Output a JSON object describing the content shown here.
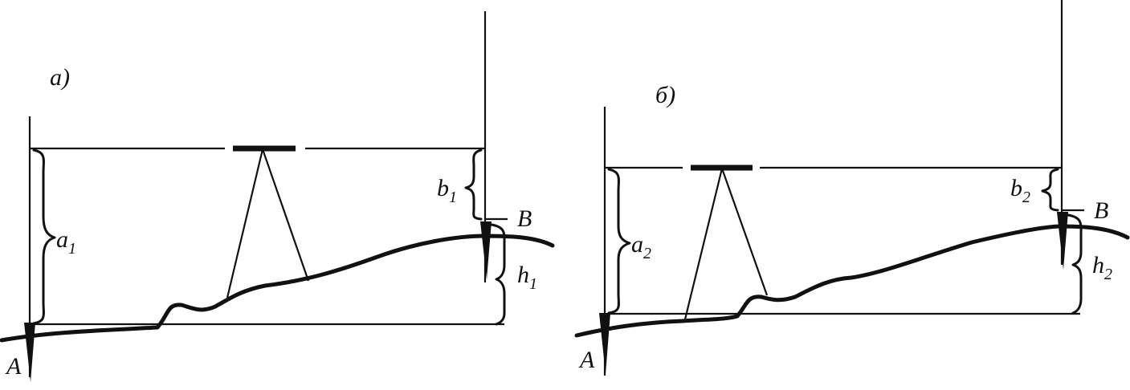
{
  "panels": [
    {
      "label": "а)",
      "rod_a": {
        "letter": "a",
        "index": "1"
      },
      "rod_b": {
        "letter": "b",
        "index": "1"
      },
      "height": {
        "letter": "h",
        "index": "1"
      },
      "point_a": "A",
      "point_b": "B"
    },
    {
      "label": "б)",
      "rod_a": {
        "letter": "a",
        "index": "2"
      },
      "rod_b": {
        "letter": "b",
        "index": "2"
      },
      "height": {
        "letter": "h",
        "index": "2"
      },
      "point_a": "A",
      "point_b": "B"
    }
  ],
  "colors": {
    "ink": "#111111",
    "background": "#ffffff"
  }
}
